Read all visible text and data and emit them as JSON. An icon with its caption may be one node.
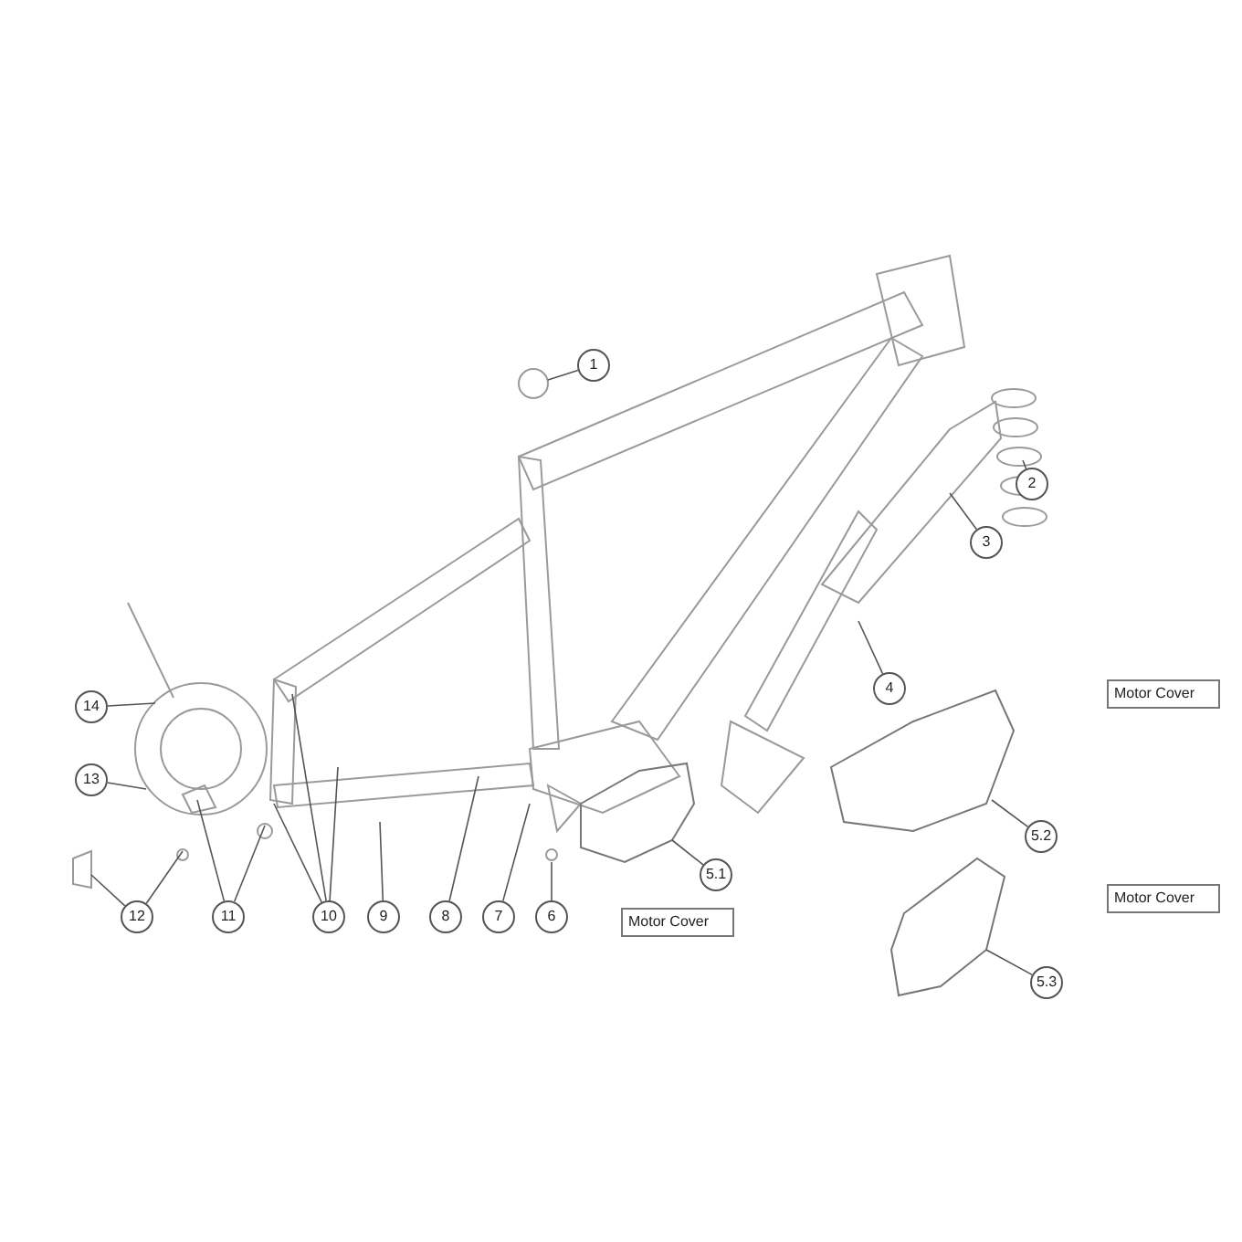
{
  "diagram": {
    "nodes": [
      {
        "text": [
          "1"
        ]
      },
      {
        "text": [
          "2"
        ]
      },
      {
        "text": [
          "3"
        ]
      },
      {
        "text": [
          "4"
        ]
      },
      {
        "text": [
          "5.1"
        ]
      },
      {
        "text": [
          "5.2"
        ]
      },
      {
        "text": [
          "5.3"
        ]
      },
      {
        "text": [
          "6"
        ]
      },
      {
        "text": [
          "7"
        ]
      },
      {
        "text": [
          "8"
        ]
      },
      {
        "text": [
          "9"
        ]
      },
      {
        "text": [
          "10"
        ]
      },
      {
        "text": [
          "11"
        ]
      },
      {
        "text": [
          "12"
        ]
      },
      {
        "text": [
          "13"
        ]
      },
      {
        "text": [
          "14"
        ]
      },
      {
        "text": [
          "Motor Cover"
        ]
      },
      {
        "text": [
          "Motor Cover"
        ]
      },
      {
        "text": [
          "Motor Cover"
        ]
      },
      {
        "text": [],
        "shape": "picture"
      },
      {
        "text": [],
        "shape": "picture"
      },
      {
        "text": [],
        "shape": "picture"
      }
    ],
    "edges": [
      {
        "from": 0,
        "to": null,
        "arrow": "none"
      },
      {
        "from": 1,
        "to": null,
        "arrow": "none"
      },
      {
        "from": 2,
        "to": null,
        "arrow": "none"
      },
      {
        "from": 3,
        "to": null,
        "arrow": "none"
      },
      {
        "from": 4,
        "to": 19,
        "arrow": "none"
      },
      {
        "from": 5,
        "to": 20,
        "arrow": "none"
      },
      {
        "from": 6,
        "to": 21,
        "arrow": "none"
      },
      {
        "from": 7,
        "to": null,
        "arrow": "none"
      },
      {
        "from": 8,
        "to": null,
        "arrow": "none"
      },
      {
        "from": 9,
        "to": null,
        "arrow": "none"
      },
      {
        "from": 10,
        "to": null,
        "arrow": "none"
      },
      {
        "from": 11,
        "to": null,
        "arrow": "none"
      },
      {
        "from": 11,
        "to": null,
        "arrow": "none"
      },
      {
        "from": 11,
        "to": null,
        "arrow": "none"
      },
      {
        "from": 12,
        "to": null,
        "arrow": "none"
      },
      {
        "from": 12,
        "to": null,
        "arrow": "none"
      },
      {
        "from": 13,
        "to": null,
        "arrow": "none"
      },
      {
        "from": 13,
        "to": null,
        "arrow": "none"
      },
      {
        "from": 14,
        "to": null,
        "arrow": "none"
      },
      {
        "from": 15,
        "to": null,
        "arrow": "none"
      }
    ]
  }
}
